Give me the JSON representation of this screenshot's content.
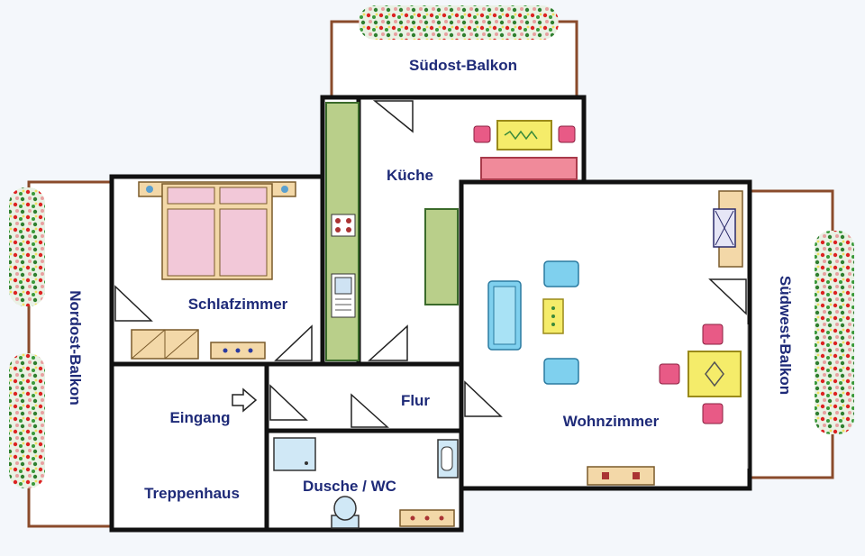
{
  "rooms": {
    "suedost_balkon": "Südost-Balkon",
    "kueche": "Küche",
    "schlafzimmer": "Schlafzimmer",
    "nordost_balkon": "Nordost-Balkon",
    "suedwest_balkon": "Südwest-Balkon",
    "eingang": "Eingang",
    "flur": "Flur",
    "wohnzimmer": "Wohnzimmer",
    "treppenhaus": "Treppenhaus",
    "dusche_wc": "Dusche / WC"
  },
  "colors": {
    "label": "#1e2a78",
    "wall": "#111111",
    "balcony_rail": "#8a4b2b",
    "bed": "#f2c8d8",
    "counter": "#b9cf8a",
    "sofa": "#7fd0ee",
    "table": "#f5ec6a",
    "chair": "#e85a86",
    "cabinet": "#f3d8a8"
  }
}
